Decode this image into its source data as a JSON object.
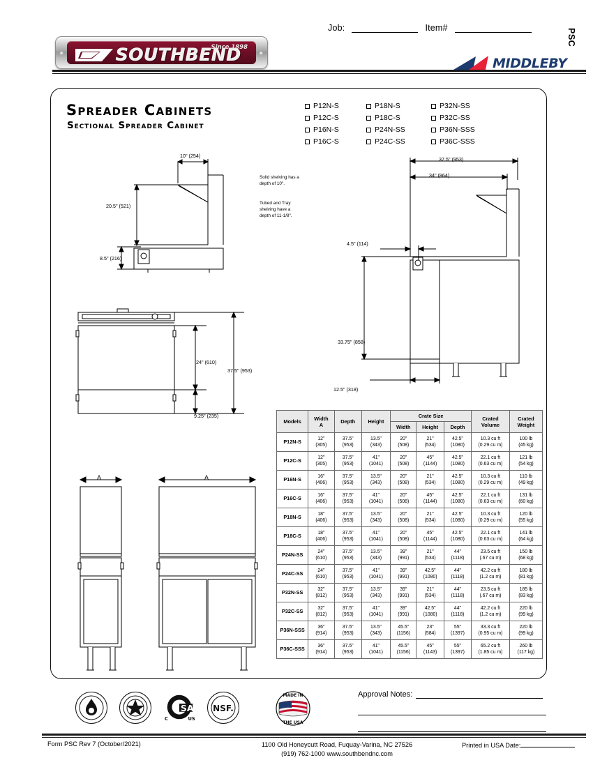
{
  "header": {
    "job_label": "Job:",
    "item_label": "Item#",
    "page_code": "PSC",
    "brand": "SOUTHBEND",
    "brand_since": "Since 1898",
    "parent_brand": "MIDDLEBY"
  },
  "title": {
    "main": "Spreader Cabinets",
    "sub": "Sectional Spreader Cabinet"
  },
  "models": [
    "P12N-S",
    "P18N-S",
    "P32N-SS",
    "P12C-S",
    "P18C-S",
    "P32C-SS",
    "P16N-S",
    "P24N-SS",
    "P36N-SSS",
    "P16C-S",
    "P24C-SS",
    "P36C-SSS"
  ],
  "drawings": {
    "note_solid": "Solid shelving has a depth of 10\".",
    "note_tubed": "Tubed and Tray shelving have a depth of 11-1/8\".",
    "dim_depth_10": "10\" (254)",
    "dim_height_205": "20.5\" (521)",
    "dim_height_85": "8.5\" (216)",
    "dim_width_375": "37.5\" (953)",
    "dim_width_34": "34\" (864)",
    "dim_offset_45": "4.5\" (114)",
    "dim_height_3375": "33.75\" (858)",
    "dim_depth_125": "12.5\" (318)",
    "dim_height_24": "24\" (610)",
    "dim_height_925": "9.25\" (235)",
    "dim_total_375": "37.5\" (953)",
    "label_a": "A"
  },
  "table": {
    "group_header": "Crate Size",
    "headers": [
      "Models",
      "Width A",
      "Depth",
      "Height",
      "Width",
      "Height",
      "Depth",
      "Crated Volume",
      "Crated Weight"
    ],
    "header_width_a_line1": "Width",
    "header_width_a_line2": "A",
    "rows": [
      {
        "model": "P12N-S",
        "width": [
          "12\"",
          "(305)"
        ],
        "depth": [
          "37.5\"",
          "(953)"
        ],
        "height": [
          "13.5\"",
          "(343)"
        ],
        "crate_width": [
          "20\"",
          "(508)"
        ],
        "crate_height": [
          "21\"",
          "(534)"
        ],
        "crate_depth": [
          "42.5\"",
          "(1080)"
        ],
        "volume": [
          "10.3 cu ft",
          "(0.29 cu m)"
        ],
        "weight": [
          "100 lb",
          "(45 kg)"
        ]
      },
      {
        "model": "P12C-S",
        "width": [
          "12\"",
          "(305)"
        ],
        "depth": [
          "37.5\"",
          "(953)"
        ],
        "height": [
          "41\"",
          "(1041)"
        ],
        "crate_width": [
          "20\"",
          "(508)"
        ],
        "crate_height": [
          "45\"",
          "(1144)"
        ],
        "crate_depth": [
          "42.5\"",
          "(1080)"
        ],
        "volume": [
          "22.1 cu ft",
          "(0.63 cu m)"
        ],
        "weight": [
          "121 lb",
          "(54 kg)"
        ]
      },
      {
        "model": "P16N-S",
        "width": [
          "16\"",
          "(406)"
        ],
        "depth": [
          "37.5\"",
          "(953)"
        ],
        "height": [
          "13.5\"",
          "(343)"
        ],
        "crate_width": [
          "20\"",
          "(508)"
        ],
        "crate_height": [
          "21\"",
          "(534)"
        ],
        "crate_depth": [
          "42.5\"",
          "(1080)"
        ],
        "volume": [
          "10.3 cu ft",
          "(0.29 cu m)"
        ],
        "weight": [
          "110 lb",
          "(49 kg)"
        ]
      },
      {
        "model": "P16C-S",
        "width": [
          "16\"",
          "(406)"
        ],
        "depth": [
          "37.5\"",
          "(953)"
        ],
        "height": [
          "41\"",
          "(1041)"
        ],
        "crate_width": [
          "20\"",
          "(508)"
        ],
        "crate_height": [
          "45\"",
          "(1144)"
        ],
        "crate_depth": [
          "42.5\"",
          "(1080)"
        ],
        "volume": [
          "22.1 cu ft",
          "(0.63 cu m)"
        ],
        "weight": [
          "131 lb",
          "(60 kg)"
        ]
      },
      {
        "model": "P18N-S",
        "width": [
          "18\"",
          "(406)"
        ],
        "depth": [
          "37.5\"",
          "(953)"
        ],
        "height": [
          "13.5\"",
          "(343)"
        ],
        "crate_width": [
          "20\"",
          "(508)"
        ],
        "crate_height": [
          "21\"",
          "(534)"
        ],
        "crate_depth": [
          "42.5\"",
          "(1080)"
        ],
        "volume": [
          "10.3 cu ft",
          "(0.29 cu m)"
        ],
        "weight": [
          "120 lb",
          "(55 kg)"
        ]
      },
      {
        "model": "P18C-S",
        "width": [
          "18\"",
          "(406)"
        ],
        "depth": [
          "37.5\"",
          "(953)"
        ],
        "height": [
          "41\"",
          "(1041)"
        ],
        "crate_width": [
          "20\"",
          "(508)"
        ],
        "crate_height": [
          "45\"",
          "(1144)"
        ],
        "crate_depth": [
          "42.5\"",
          "(1080)"
        ],
        "volume": [
          "22.1 cu ft",
          "(0.63 cu m)"
        ],
        "weight": [
          "141 lb",
          "(64 kg)"
        ]
      },
      {
        "model": "P24N-SS",
        "width": [
          "24\"",
          "(610)"
        ],
        "depth": [
          "37.5\"",
          "(953)"
        ],
        "height": [
          "13.5\"",
          "(343)"
        ],
        "crate_width": [
          "39\"",
          "(991)"
        ],
        "crate_height": [
          "21\"",
          "(534)"
        ],
        "crate_depth": [
          "44\"",
          "(1118)"
        ],
        "volume": [
          "23.5 cu ft",
          "(.67 cu m)"
        ],
        "weight": [
          "150 lb",
          "(68 kg)"
        ]
      },
      {
        "model": "P24C-SS",
        "width": [
          "24\"",
          "(610)"
        ],
        "depth": [
          "37.5\"",
          "(953)"
        ],
        "height": [
          "41\"",
          "(1041)"
        ],
        "crate_width": [
          "39\"",
          "(991)"
        ],
        "crate_height": [
          "42.5\"",
          "(1080)"
        ],
        "crate_depth": [
          "44\"",
          "(1118)"
        ],
        "volume": [
          "42.2 cu ft",
          "(1.2 cu m)"
        ],
        "weight": [
          "180 lb",
          "(81 kg)"
        ]
      },
      {
        "model": "P32N-SS",
        "width": [
          "32\"",
          "(812)"
        ],
        "depth": [
          "37.5\"",
          "(953)"
        ],
        "height": [
          "13.5\"",
          "(343)"
        ],
        "crate_width": [
          "39\"",
          "(991)"
        ],
        "crate_height": [
          "21\"",
          "(534)"
        ],
        "crate_depth": [
          "44\"",
          "(1118)"
        ],
        "volume": [
          "23.5 cu ft",
          "(.67 cu m)"
        ],
        "weight": [
          "185 lb",
          "(83 kg)"
        ]
      },
      {
        "model": "P32C-SS",
        "width": [
          "32\"",
          "(812)"
        ],
        "depth": [
          "37.5\"",
          "(953)"
        ],
        "height": [
          "41\"",
          "(1041)"
        ],
        "crate_width": [
          "39\"",
          "(991)"
        ],
        "crate_height": [
          "42.5\"",
          "(1080)"
        ],
        "crate_depth": [
          "44\"",
          "(1118)"
        ],
        "volume": [
          "42.2 cu ft",
          "(1.2 cu m)"
        ],
        "weight": [
          "220 lb",
          "(99 kg)"
        ]
      },
      {
        "model": "P36N-SSS",
        "width": [
          "36\"",
          "(914)"
        ],
        "depth": [
          "37.5\"",
          "(953)"
        ],
        "height": [
          "13.5\"",
          "(343)"
        ],
        "crate_width": [
          "45.5\"",
          "(1156)"
        ],
        "crate_height": [
          "23\"",
          "(584)"
        ],
        "crate_depth": [
          "55\"",
          "(1397)"
        ],
        "volume": [
          "33.3 cu ft",
          "(0.95 cu m)"
        ],
        "weight": [
          "220 lb",
          "(99 kg)"
        ]
      },
      {
        "model": "P36C-SSS",
        "width": [
          "36\"",
          "(914)"
        ],
        "depth": [
          "37.5\"",
          "(953)"
        ],
        "height": [
          "41\"",
          "(1041)"
        ],
        "crate_width": [
          "45.5\"",
          "(1156)"
        ],
        "crate_height": [
          "45\"",
          "(1143)"
        ],
        "crate_depth": [
          "55\"",
          "(1397)"
        ],
        "volume": [
          "65.2 cu ft",
          "(1.85 cu m)"
        ],
        "weight": [
          "260 lb",
          "(117 kg)"
        ]
      }
    ]
  },
  "certifications": [
    {
      "name": "aga-star-certified",
      "text": ""
    },
    {
      "name": "star-certified",
      "text": ""
    },
    {
      "name": "csa-certified",
      "text": "CSA"
    },
    {
      "name": "nsf-certified",
      "text": "NSF."
    },
    {
      "name": "made-in-usa",
      "text_top": "MADE IN",
      "text_bottom": "THE USA"
    }
  ],
  "csa_marks": {
    "left": "C",
    "right": "US"
  },
  "approval": {
    "label": "Approval Notes:"
  },
  "footer": {
    "form": "Form PSC Rev 7 (October/2021)",
    "address": "1100 Old Honeycutt Road, Fuquay-Varina, NC 27526",
    "contact": "(919) 762-1000  www.southbendnc.com",
    "printed": "Printed in USA Date:"
  },
  "colors": {
    "brand_maroon": "#6e0f26",
    "middleby_navy": "#1d3b6e",
    "middleby_red": "#e8203a",
    "table_header_bg": "#e9e9e9"
  }
}
